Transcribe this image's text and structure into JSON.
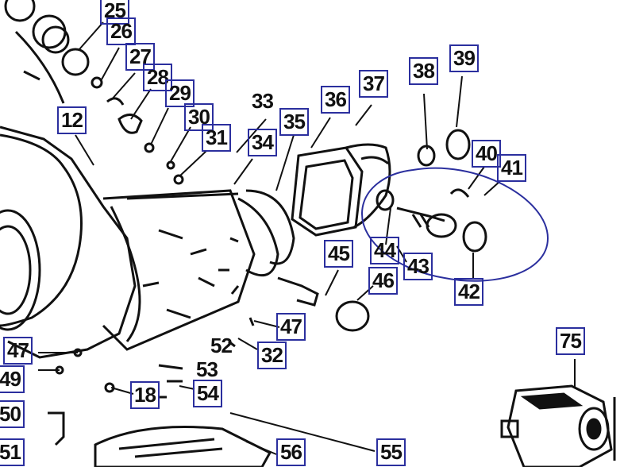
{
  "diagram": {
    "labels_boxed": [
      "25",
      "26",
      "27",
      "28",
      "29",
      "30",
      "31",
      "12",
      "34",
      "35",
      "36",
      "37",
      "38",
      "39",
      "40",
      "41",
      "45",
      "44",
      "43",
      "46",
      "42",
      "47",
      "32",
      "54",
      "18",
      "56",
      "55",
      "75",
      "47",
      "49",
      "50",
      "51"
    ],
    "labels_plain": [
      "33",
      "52",
      "53"
    ],
    "colors": {
      "box_outline": "#2b2f9e",
      "ink": "#111111",
      "annotation_circle": "#2b2f9e"
    }
  }
}
